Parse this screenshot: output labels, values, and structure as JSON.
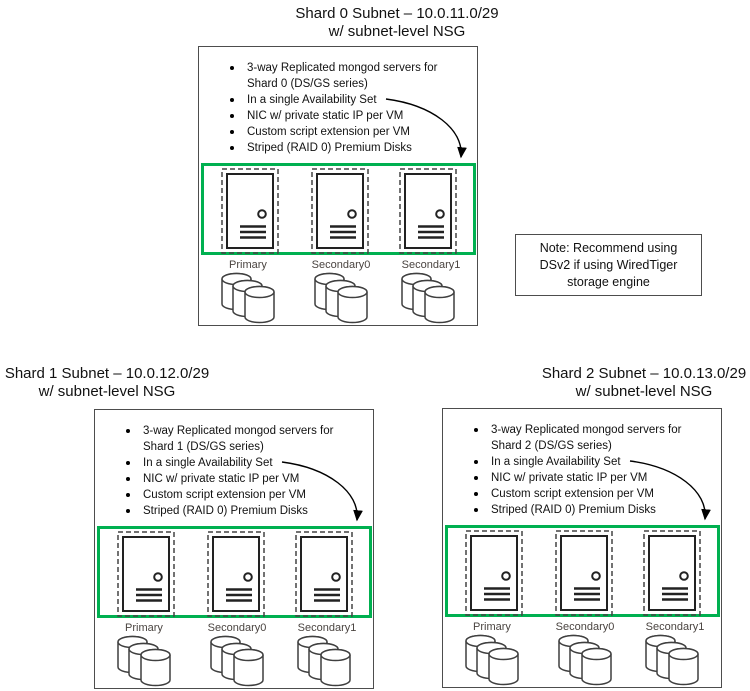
{
  "colors": {
    "availability_set_green": "#00B050",
    "box_border_gray": "#4d4d4d",
    "text_black": "#111111",
    "label_gray": "#4a4440"
  },
  "note": {
    "lines": [
      "Note: Recommend using",
      "DSv2 if using WiredTiger",
      "storage engine"
    ]
  },
  "shards": [
    {
      "title_line1": "Shard 0 Subnet – 10.0.11.0/29",
      "title_line2": "w/ subnet-level NSG",
      "bullets": [
        "3-way Replicated mongod servers for Shard 0 (DS/GS series)",
        "In a single Availability Set",
        "NIC w/ private static IP per VM",
        "Custom script extension per VM",
        "Striped (RAID 0) Premium Disks"
      ],
      "vm_labels": [
        "Primary",
        "Secondary0",
        "Secondary1"
      ]
    },
    {
      "title_line1": "Shard 1 Subnet – 10.0.12.0/29",
      "title_line2": "w/ subnet-level NSG",
      "bullets": [
        "3-way Replicated mongod servers for Shard 1 (DS/GS series)",
        "In a single Availability Set",
        "NIC w/ private static IP per VM",
        "Custom script extension per VM",
        "Striped (RAID 0) Premium Disks"
      ],
      "vm_labels": [
        "Primary",
        "Secondary0",
        "Secondary1"
      ]
    },
    {
      "title_line1": "Shard 2 Subnet – 10.0.13.0/29",
      "title_line2": "w/ subnet-level NSG",
      "bullets": [
        "3-way Replicated mongod servers for Shard 2 (DS/GS series)",
        "In a single Availability Set",
        "NIC w/ private static IP per VM",
        "Custom script extension per VM",
        "Striped (RAID 0) Premium Disks"
      ],
      "vm_labels": [
        "Primary",
        "Secondary0",
        "Secondary1"
      ]
    }
  ]
}
